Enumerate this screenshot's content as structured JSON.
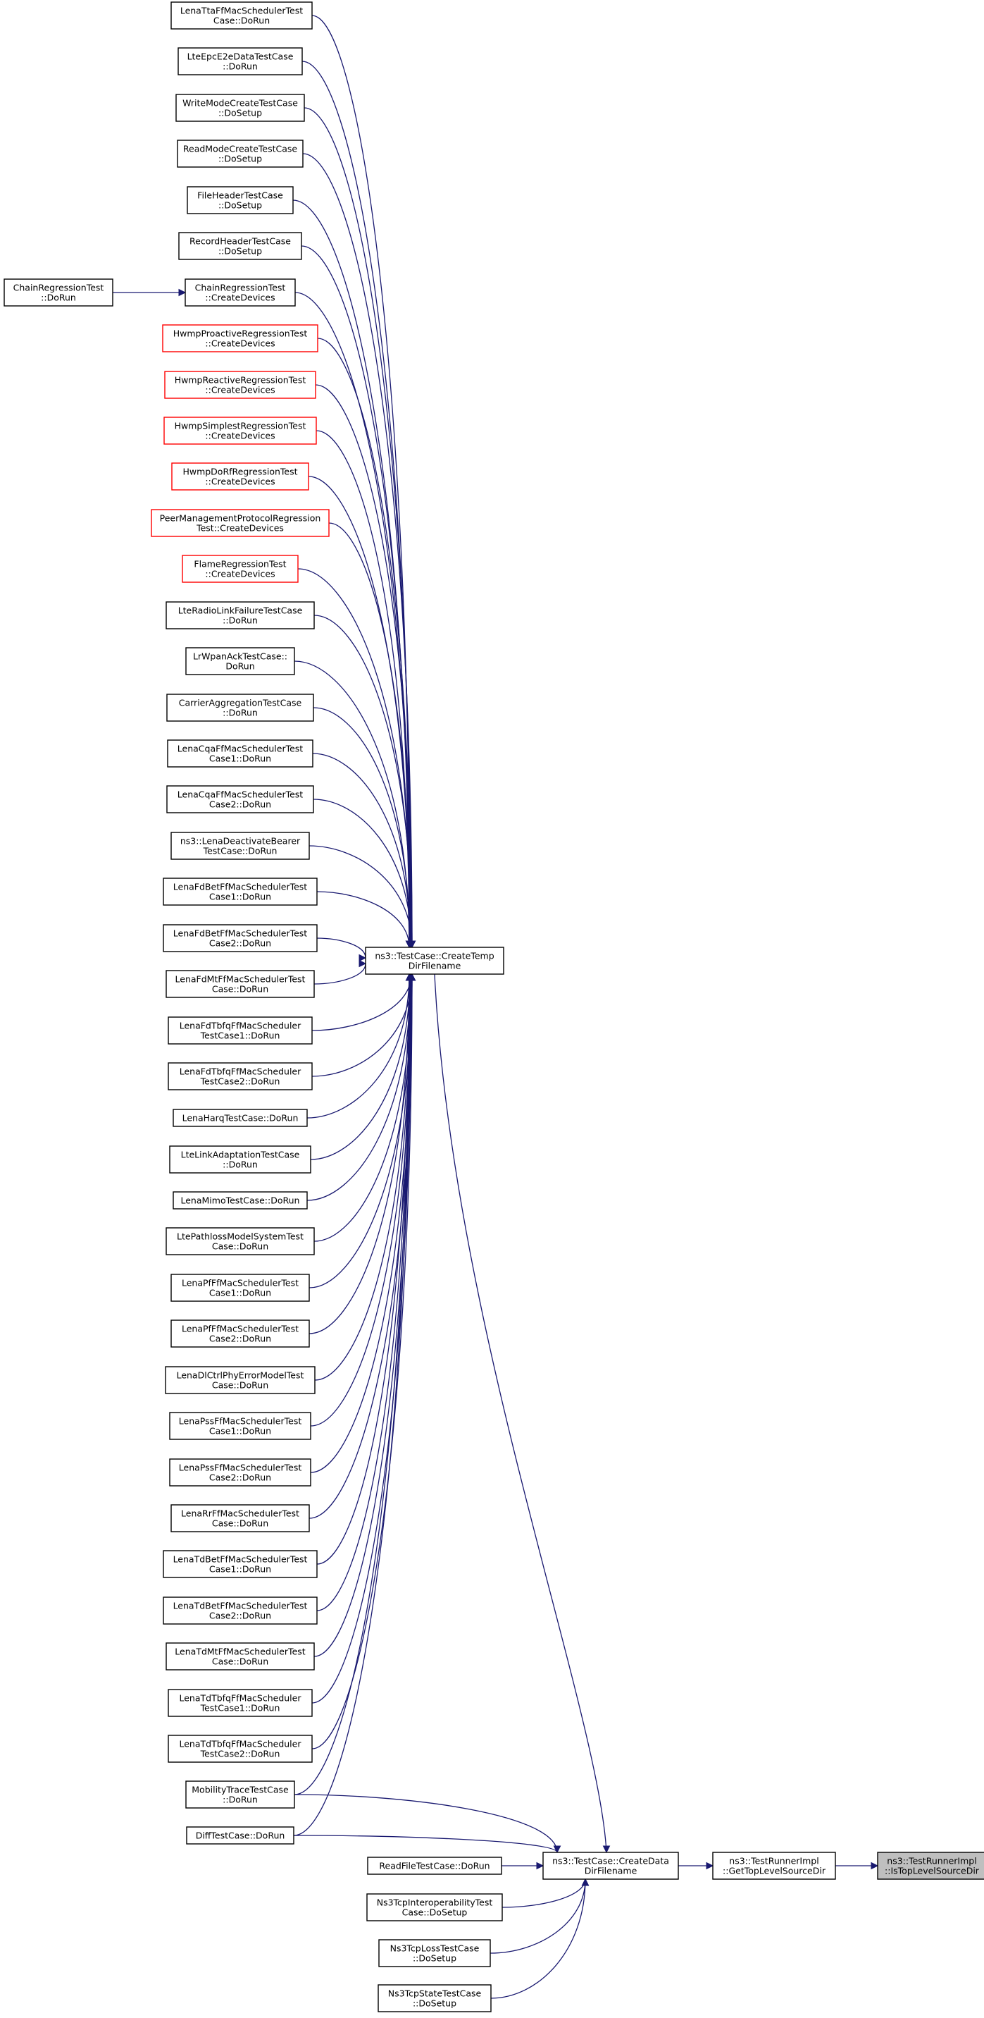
{
  "title": "",
  "accent_color": "#191970",
  "nodes": [
    {
      "id": "n0",
      "lines": [
        "LenaTtaFfMacSchedulerTest",
        "Case::DoRun"
      ],
      "border": "black"
    },
    {
      "id": "n1",
      "lines": [
        "LteEpcE2eDataTestCase",
        "::DoRun"
      ],
      "border": "black"
    },
    {
      "id": "n2",
      "lines": [
        "WriteModeCreateTestCase",
        "::DoSetup"
      ],
      "border": "black"
    },
    {
      "id": "n3",
      "lines": [
        "ReadModeCreateTestCase",
        "::DoSetup"
      ],
      "border": "black"
    },
    {
      "id": "n4",
      "lines": [
        "FileHeaderTestCase",
        "::DoSetup"
      ],
      "border": "black"
    },
    {
      "id": "n5",
      "lines": [
        "RecordHeaderTestCase",
        "::DoSetup"
      ],
      "border": "black"
    },
    {
      "id": "n6",
      "lines": [
        "ChainRegressionTest",
        "::CreateDevices"
      ],
      "border": "black"
    },
    {
      "id": "n7",
      "lines": [
        "ChainRegressionTest",
        "::DoRun"
      ],
      "border": "black"
    },
    {
      "id": "n8",
      "lines": [
        "HwmpProactiveRegressionTest",
        "::CreateDevices"
      ],
      "border": "red"
    },
    {
      "id": "n9",
      "lines": [
        "HwmpReactiveRegressionTest",
        "::CreateDevices"
      ],
      "border": "red"
    },
    {
      "id": "n10",
      "lines": [
        "HwmpSimplestRegressionTest",
        "::CreateDevices"
      ],
      "border": "red"
    },
    {
      "id": "n11",
      "lines": [
        "HwmpDoRfRegressionTest",
        "::CreateDevices"
      ],
      "border": "red"
    },
    {
      "id": "n12",
      "lines": [
        "PeerManagementProtocolRegression",
        "Test::CreateDevices"
      ],
      "border": "red"
    },
    {
      "id": "n13",
      "lines": [
        "FlameRegressionTest",
        "::CreateDevices"
      ],
      "border": "red"
    },
    {
      "id": "n14",
      "lines": [
        "LteRadioLinkFailureTestCase",
        "::DoRun"
      ],
      "border": "black"
    },
    {
      "id": "n15",
      "lines": [
        "LrWpanAckTestCase::",
        "DoRun"
      ],
      "border": "black"
    },
    {
      "id": "n16",
      "lines": [
        "CarrierAggregationTestCase",
        "::DoRun"
      ],
      "border": "black"
    },
    {
      "id": "n17",
      "lines": [
        "LenaCqaFfMacSchedulerTest",
        "Case1::DoRun"
      ],
      "border": "black"
    },
    {
      "id": "n18",
      "lines": [
        "LenaCqaFfMacSchedulerTest",
        "Case2::DoRun"
      ],
      "border": "black"
    },
    {
      "id": "n19",
      "lines": [
        "ns3::LenaDeactivateBearer",
        "TestCase::DoRun"
      ],
      "border": "black"
    },
    {
      "id": "n20",
      "lines": [
        "LenaFdBetFfMacSchedulerTest",
        "Case1::DoRun"
      ],
      "border": "black"
    },
    {
      "id": "n21",
      "lines": [
        "LenaFdBetFfMacSchedulerTest",
        "Case2::DoRun"
      ],
      "border": "black"
    },
    {
      "id": "n22",
      "lines": [
        "LenaFdMtFfMacSchedulerTest",
        "Case::DoRun"
      ],
      "border": "black"
    },
    {
      "id": "n23",
      "lines": [
        "LenaFdTbfqFfMacScheduler",
        "TestCase1::DoRun"
      ],
      "border": "black"
    },
    {
      "id": "n24",
      "lines": [
        "LenaFdTbfqFfMacScheduler",
        "TestCase2::DoRun"
      ],
      "border": "black"
    },
    {
      "id": "n25",
      "lines": [
        "LenaHarqTestCase::DoRun"
      ],
      "border": "black"
    },
    {
      "id": "n26",
      "lines": [
        "LteLinkAdaptationTestCase",
        "::DoRun"
      ],
      "border": "black"
    },
    {
      "id": "n27",
      "lines": [
        "LenaMimoTestCase::DoRun"
      ],
      "border": "black"
    },
    {
      "id": "n28",
      "lines": [
        "LtePathlossModelSystemTest",
        "Case::DoRun"
      ],
      "border": "black"
    },
    {
      "id": "n29",
      "lines": [
        "LenaPfFfMacSchedulerTest",
        "Case1::DoRun"
      ],
      "border": "black"
    },
    {
      "id": "n30",
      "lines": [
        "LenaPfFfMacSchedulerTest",
        "Case2::DoRun"
      ],
      "border": "black"
    },
    {
      "id": "n31",
      "lines": [
        "LenaDlCtrlPhyErrorModelTest",
        "Case::DoRun"
      ],
      "border": "black"
    },
    {
      "id": "n32",
      "lines": [
        "LenaPssFfMacSchedulerTest",
        "Case1::DoRun"
      ],
      "border": "black"
    },
    {
      "id": "n33",
      "lines": [
        "LenaPssFfMacSchedulerTest",
        "Case2::DoRun"
      ],
      "border": "black"
    },
    {
      "id": "n34",
      "lines": [
        "LenaRrFfMacSchedulerTest",
        "Case::DoRun"
      ],
      "border": "black"
    },
    {
      "id": "n35",
      "lines": [
        "LenaTdBetFfMacSchedulerTest",
        "Case1::DoRun"
      ],
      "border": "black"
    },
    {
      "id": "n36",
      "lines": [
        "LenaTdBetFfMacSchedulerTest",
        "Case2::DoRun"
      ],
      "border": "black"
    },
    {
      "id": "n37",
      "lines": [
        "LenaTdMtFfMacSchedulerTest",
        "Case::DoRun"
      ],
      "border": "black"
    },
    {
      "id": "n38",
      "lines": [
        "LenaTdTbfqFfMacScheduler",
        "TestCase1::DoRun"
      ],
      "border": "black"
    },
    {
      "id": "n39",
      "lines": [
        "LenaTdTbfqFfMacScheduler",
        "TestCase2::DoRun"
      ],
      "border": "black"
    },
    {
      "id": "n40",
      "lines": [
        "MobilityTraceTestCase",
        "::DoRun"
      ],
      "border": "black"
    },
    {
      "id": "n41",
      "lines": [
        "DiffTestCase::DoRun"
      ],
      "border": "black"
    },
    {
      "id": "n42",
      "lines": [
        "ns3::TestCase::CreateTemp",
        "DirFilename"
      ],
      "border": "black"
    },
    {
      "id": "n43",
      "lines": [
        "ReadFileTestCase::DoRun"
      ],
      "border": "black"
    },
    {
      "id": "n44",
      "lines": [
        "Ns3TcpInteroperabilityTest",
        "Case::DoSetup"
      ],
      "border": "black"
    },
    {
      "id": "n45",
      "lines": [
        "Ns3TcpLossTestCase",
        "::DoSetup"
      ],
      "border": "black"
    },
    {
      "id": "n46",
      "lines": [
        "Ns3TcpStateTestCase",
        "::DoSetup"
      ],
      "border": "black"
    },
    {
      "id": "n47",
      "lines": [
        "ns3::TestCase::CreateData",
        "DirFilename"
      ],
      "border": "black"
    },
    {
      "id": "n48",
      "lines": [
        "ns3::TestRunnerImpl",
        "::GetTopLevelSourceDir"
      ],
      "border": "black"
    },
    {
      "id": "n49",
      "lines": [
        "ns3::TestRunnerImpl",
        "::IsTopLevelSourceDir"
      ],
      "border": "black",
      "highlight": true
    }
  ],
  "edges": [
    [
      "n7",
      "n6"
    ],
    [
      "n0",
      "n42"
    ],
    [
      "n1",
      "n42"
    ],
    [
      "n2",
      "n42"
    ],
    [
      "n3",
      "n42"
    ],
    [
      "n4",
      "n42"
    ],
    [
      "n5",
      "n42"
    ],
    [
      "n6",
      "n42"
    ],
    [
      "n8",
      "n42"
    ],
    [
      "n9",
      "n42"
    ],
    [
      "n10",
      "n42"
    ],
    [
      "n11",
      "n42"
    ],
    [
      "n12",
      "n42"
    ],
    [
      "n13",
      "n42"
    ],
    [
      "n14",
      "n42"
    ],
    [
      "n15",
      "n42"
    ],
    [
      "n16",
      "n42"
    ],
    [
      "n17",
      "n42"
    ],
    [
      "n18",
      "n42"
    ],
    [
      "n19",
      "n42"
    ],
    [
      "n20",
      "n42"
    ],
    [
      "n21",
      "n42"
    ],
    [
      "n22",
      "n42"
    ],
    [
      "n23",
      "n42"
    ],
    [
      "n24",
      "n42"
    ],
    [
      "n25",
      "n42"
    ],
    [
      "n26",
      "n42"
    ],
    [
      "n27",
      "n42"
    ],
    [
      "n28",
      "n42"
    ],
    [
      "n29",
      "n42"
    ],
    [
      "n30",
      "n42"
    ],
    [
      "n31",
      "n42"
    ],
    [
      "n32",
      "n42"
    ],
    [
      "n33",
      "n42"
    ],
    [
      "n34",
      "n42"
    ],
    [
      "n35",
      "n42"
    ],
    [
      "n36",
      "n42"
    ],
    [
      "n37",
      "n42"
    ],
    [
      "n38",
      "n42"
    ],
    [
      "n39",
      "n42"
    ],
    [
      "n40",
      "n42"
    ],
    [
      "n41",
      "n42"
    ],
    [
      "n42",
      "n47"
    ],
    [
      "n40",
      "n47"
    ],
    [
      "n41",
      "n47"
    ],
    [
      "n43",
      "n47"
    ],
    [
      "n44",
      "n47"
    ],
    [
      "n45",
      "n47"
    ],
    [
      "n46",
      "n47"
    ],
    [
      "n47",
      "n48"
    ],
    [
      "n48",
      "n49"
    ]
  ]
}
